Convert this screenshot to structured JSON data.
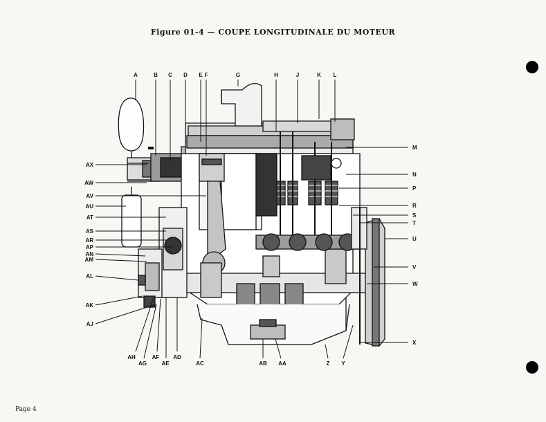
{
  "title": "Figure 01-4 — COUPE LONGITUDINALE DU MOTEUR",
  "footer": "Page 4",
  "labels": {
    "A": "A",
    "B": "B",
    "C": "C",
    "D": "D",
    "E": "E",
    "F": "F",
    "G": "G",
    "H": "H",
    "J": "J",
    "K": "K",
    "L": "L",
    "M": "M",
    "N": "N",
    "P": "P",
    "R": "R",
    "S": "S",
    "T": "T",
    "U": "U",
    "V": "V",
    "W": "W",
    "X": "X",
    "AX": "AX",
    "AW": "AW",
    "AV": "AV",
    "AU": "AU",
    "AT": "AT",
    "AS": "AS",
    "AR": "AR",
    "AP": "AP",
    "AN": "AN",
    "AM": "AM",
    "AL": "AL",
    "AK": "AK",
    "AJ": "AJ",
    "AH": "AH",
    "AG": "AG",
    "AF": "AF",
    "AE": "AE",
    "AD": "AD",
    "AC": "AC",
    "AB": "AB",
    "AA": "AA",
    "Z": "Z",
    "Y": "Y"
  }
}
